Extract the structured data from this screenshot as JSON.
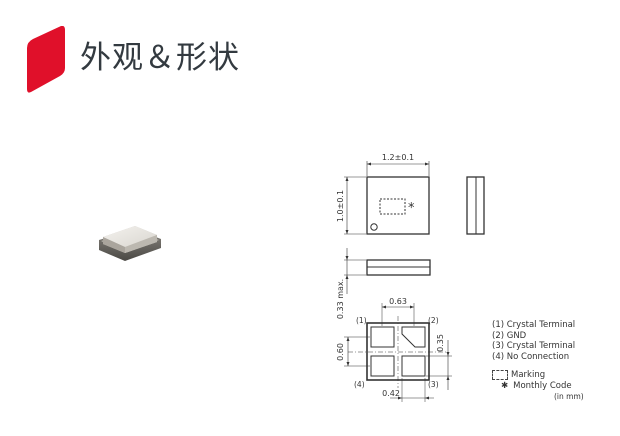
{
  "header": {
    "title": "外观＆形状",
    "brand_color": "#e0102a"
  },
  "photo": {
    "alt": "Crystal unit product photo"
  },
  "drawing": {
    "top_view": {
      "width_dim": "1.2±0.1",
      "height_dim": "1.0±0.1",
      "monthly_code_symbol": "*"
    },
    "side_view": {
      "height_dim": "0.33 max."
    },
    "bottom_view": {
      "pad_pitch_x": "0.63",
      "pad_pitch_y": "0.60",
      "pad_height": "0.35",
      "pad_width": "0.42",
      "pin_labels": [
        "(1)",
        "(2)",
        "(3)",
        "(4)"
      ]
    }
  },
  "legend": {
    "pins": [
      "(1) Crystal Terminal",
      "(2) GND",
      "(3) Crystal Terminal",
      "(4) No Connection"
    ],
    "marking_label": "Marking",
    "monthly_code_symbol": "✱",
    "monthly_code_label": "Monthly Code",
    "unit": "(in mm)"
  }
}
